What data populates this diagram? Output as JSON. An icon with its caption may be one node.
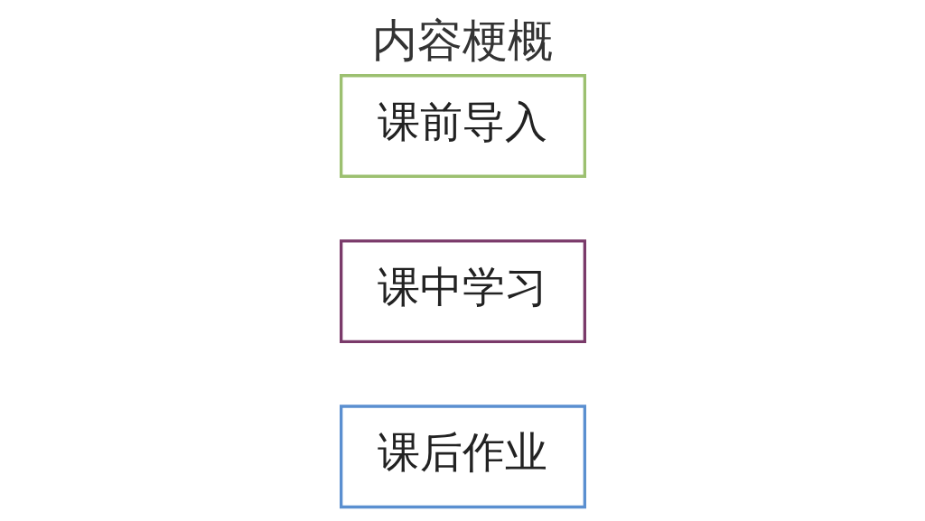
{
  "diagram": {
    "title": "内容梗概",
    "nodes": [
      {
        "text": [
          "课前导入"
        ]
      },
      {
        "text": [
          "课中学习"
        ]
      },
      {
        "text": [
          "课后作业"
        ]
      }
    ]
  }
}
